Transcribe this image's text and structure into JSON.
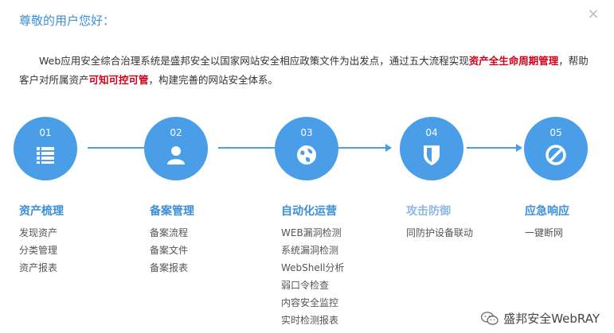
{
  "dialog": {
    "greeting": "尊敬的用户您好：",
    "close_glyph": "×"
  },
  "intro": {
    "part1": "Web应用安全综合治理系统是盛邦安全以国家网站安全相应政策文件为出发点，通过五大流程实现",
    "highlight1": "资产全生命周期管理",
    "part2": "，帮助客户对所属资产",
    "highlight2": "可知可控可管",
    "part3": "，构建完善的网站安全体系。"
  },
  "steps": [
    {
      "num": "01",
      "icon": "list-icon",
      "title": "资产梳理",
      "items": [
        "发现资产",
        "分类管理",
        "资产报表"
      ]
    },
    {
      "num": "02",
      "icon": "user-icon",
      "title": "备案管理",
      "items": [
        "备案流程",
        "备案文件",
        "备案报表"
      ]
    },
    {
      "num": "03",
      "icon": "globe-icon",
      "title": "自动化运营",
      "items": [
        "WEB漏洞检测",
        "系统漏洞检测",
        "WebShell分析",
        "弱口令检查",
        "内容安全监控",
        "实时检测报表"
      ]
    },
    {
      "num": "04",
      "icon": "shield-icon",
      "title": "攻击防御",
      "items": [
        "同防护设备联动"
      ]
    },
    {
      "num": "05",
      "icon": "block-icon",
      "title": "应急响应",
      "items": [
        "一键断网"
      ]
    }
  ],
  "watermark": {
    "text": "盛邦安全WebRAY",
    "icon": "wechat-icon"
  },
  "colors": {
    "accent": "#4a9ee8",
    "title": "#3b8fd8",
    "highlight": "#d0021b"
  }
}
